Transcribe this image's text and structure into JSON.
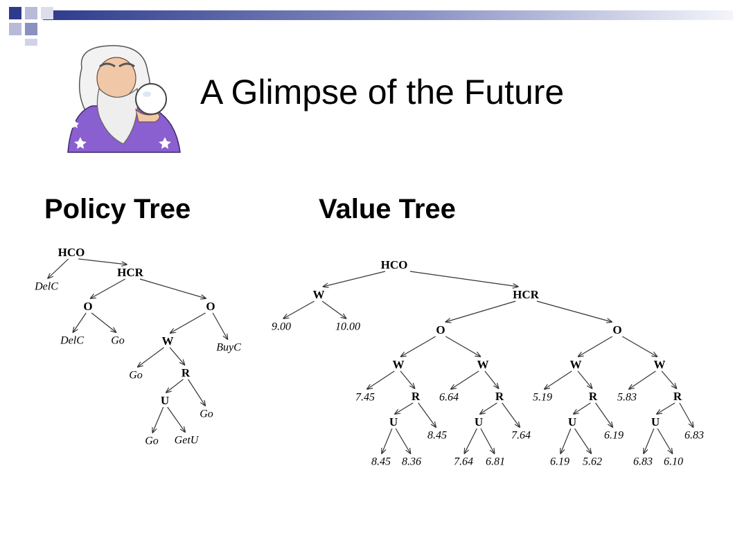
{
  "slide": {
    "title": "A Glimpse of the Future",
    "policy_title": "Policy Tree",
    "value_title": "Value Tree",
    "accent_color": "#2e3b8c"
  },
  "policy_tree": [
    {
      "id": "p0",
      "label": "HCO",
      "kind": "node",
      "parent": null
    },
    {
      "id": "p1",
      "label": "DelC",
      "kind": "leaf",
      "parent": "p0"
    },
    {
      "id": "p2",
      "label": "HCR",
      "kind": "node",
      "parent": "p0"
    },
    {
      "id": "p3",
      "label": "O",
      "kind": "node",
      "parent": "p2"
    },
    {
      "id": "p4",
      "label": "O",
      "kind": "node",
      "parent": "p2"
    },
    {
      "id": "p5",
      "label": "DelC",
      "kind": "leaf",
      "parent": "p3"
    },
    {
      "id": "p6",
      "label": "Go",
      "kind": "leaf",
      "parent": "p3"
    },
    {
      "id": "p7",
      "label": "W",
      "kind": "node",
      "parent": "p4"
    },
    {
      "id": "p8",
      "label": "BuyC",
      "kind": "leaf",
      "parent": "p4"
    },
    {
      "id": "p9",
      "label": "Go",
      "kind": "leaf",
      "parent": "p7"
    },
    {
      "id": "p10",
      "label": "R",
      "kind": "node",
      "parent": "p7"
    },
    {
      "id": "p11",
      "label": "U",
      "kind": "node",
      "parent": "p10"
    },
    {
      "id": "p12",
      "label": "Go",
      "kind": "leaf",
      "parent": "p10"
    },
    {
      "id": "p13",
      "label": "Go",
      "kind": "leaf",
      "parent": "p11"
    },
    {
      "id": "p14",
      "label": "GetU",
      "kind": "leaf",
      "parent": "p11"
    }
  ],
  "value_tree": [
    {
      "id": "v0",
      "label": "HCO",
      "kind": "node",
      "parent": null
    },
    {
      "id": "v1",
      "label": "W",
      "kind": "node",
      "parent": "v0"
    },
    {
      "id": "v2",
      "label": "HCR",
      "kind": "node",
      "parent": "v0"
    },
    {
      "id": "v3",
      "label": "9.00",
      "kind": "leaf",
      "parent": "v1"
    },
    {
      "id": "v4",
      "label": "10.00",
      "kind": "leaf",
      "parent": "v1"
    },
    {
      "id": "v5",
      "label": "O",
      "kind": "node",
      "parent": "v2"
    },
    {
      "id": "v6",
      "label": "O",
      "kind": "node",
      "parent": "v2"
    },
    {
      "id": "v7",
      "label": "W",
      "kind": "node",
      "parent": "v5"
    },
    {
      "id": "v8",
      "label": "W",
      "kind": "node",
      "parent": "v5"
    },
    {
      "id": "v9",
      "label": "W",
      "kind": "node",
      "parent": "v6"
    },
    {
      "id": "v10",
      "label": "W",
      "kind": "node",
      "parent": "v6"
    },
    {
      "id": "v11",
      "label": "7.45",
      "kind": "leaf",
      "parent": "v7"
    },
    {
      "id": "v12",
      "label": "R",
      "kind": "node",
      "parent": "v7"
    },
    {
      "id": "v13",
      "label": "6.64",
      "kind": "leaf",
      "parent": "v8"
    },
    {
      "id": "v14",
      "label": "R",
      "kind": "node",
      "parent": "v8"
    },
    {
      "id": "v15",
      "label": "5.19",
      "kind": "leaf",
      "parent": "v9"
    },
    {
      "id": "v16",
      "label": "R",
      "kind": "node",
      "parent": "v9"
    },
    {
      "id": "v17",
      "label": "5.83",
      "kind": "leaf",
      "parent": "v10"
    },
    {
      "id": "v18",
      "label": "R",
      "kind": "node",
      "parent": "v10"
    },
    {
      "id": "v19",
      "label": "U",
      "kind": "node",
      "parent": "v12"
    },
    {
      "id": "v20",
      "label": "8.45",
      "kind": "leaf",
      "parent": "v12"
    },
    {
      "id": "v21",
      "label": "U",
      "kind": "node",
      "parent": "v14"
    },
    {
      "id": "v22",
      "label": "7.64",
      "kind": "leaf",
      "parent": "v14"
    },
    {
      "id": "v23",
      "label": "U",
      "kind": "node",
      "parent": "v16"
    },
    {
      "id": "v24",
      "label": "6.19",
      "kind": "leaf",
      "parent": "v16"
    },
    {
      "id": "v25",
      "label": "U",
      "kind": "node",
      "parent": "v18"
    },
    {
      "id": "v26",
      "label": "6.83",
      "kind": "leaf",
      "parent": "v18"
    },
    {
      "id": "v27",
      "label": "8.45",
      "kind": "leaf",
      "parent": "v19"
    },
    {
      "id": "v28",
      "label": "8.36",
      "kind": "leaf",
      "parent": "v19"
    },
    {
      "id": "v29",
      "label": "7.64",
      "kind": "leaf",
      "parent": "v21"
    },
    {
      "id": "v30",
      "label": "6.81",
      "kind": "leaf",
      "parent": "v21"
    },
    {
      "id": "v31",
      "label": "6.19",
      "kind": "leaf",
      "parent": "v23"
    },
    {
      "id": "v32",
      "label": "5.62",
      "kind": "leaf",
      "parent": "v23"
    },
    {
      "id": "v33",
      "label": "6.83",
      "kind": "leaf",
      "parent": "v25"
    },
    {
      "id": "v34",
      "label": "6.10",
      "kind": "leaf",
      "parent": "v25"
    }
  ]
}
